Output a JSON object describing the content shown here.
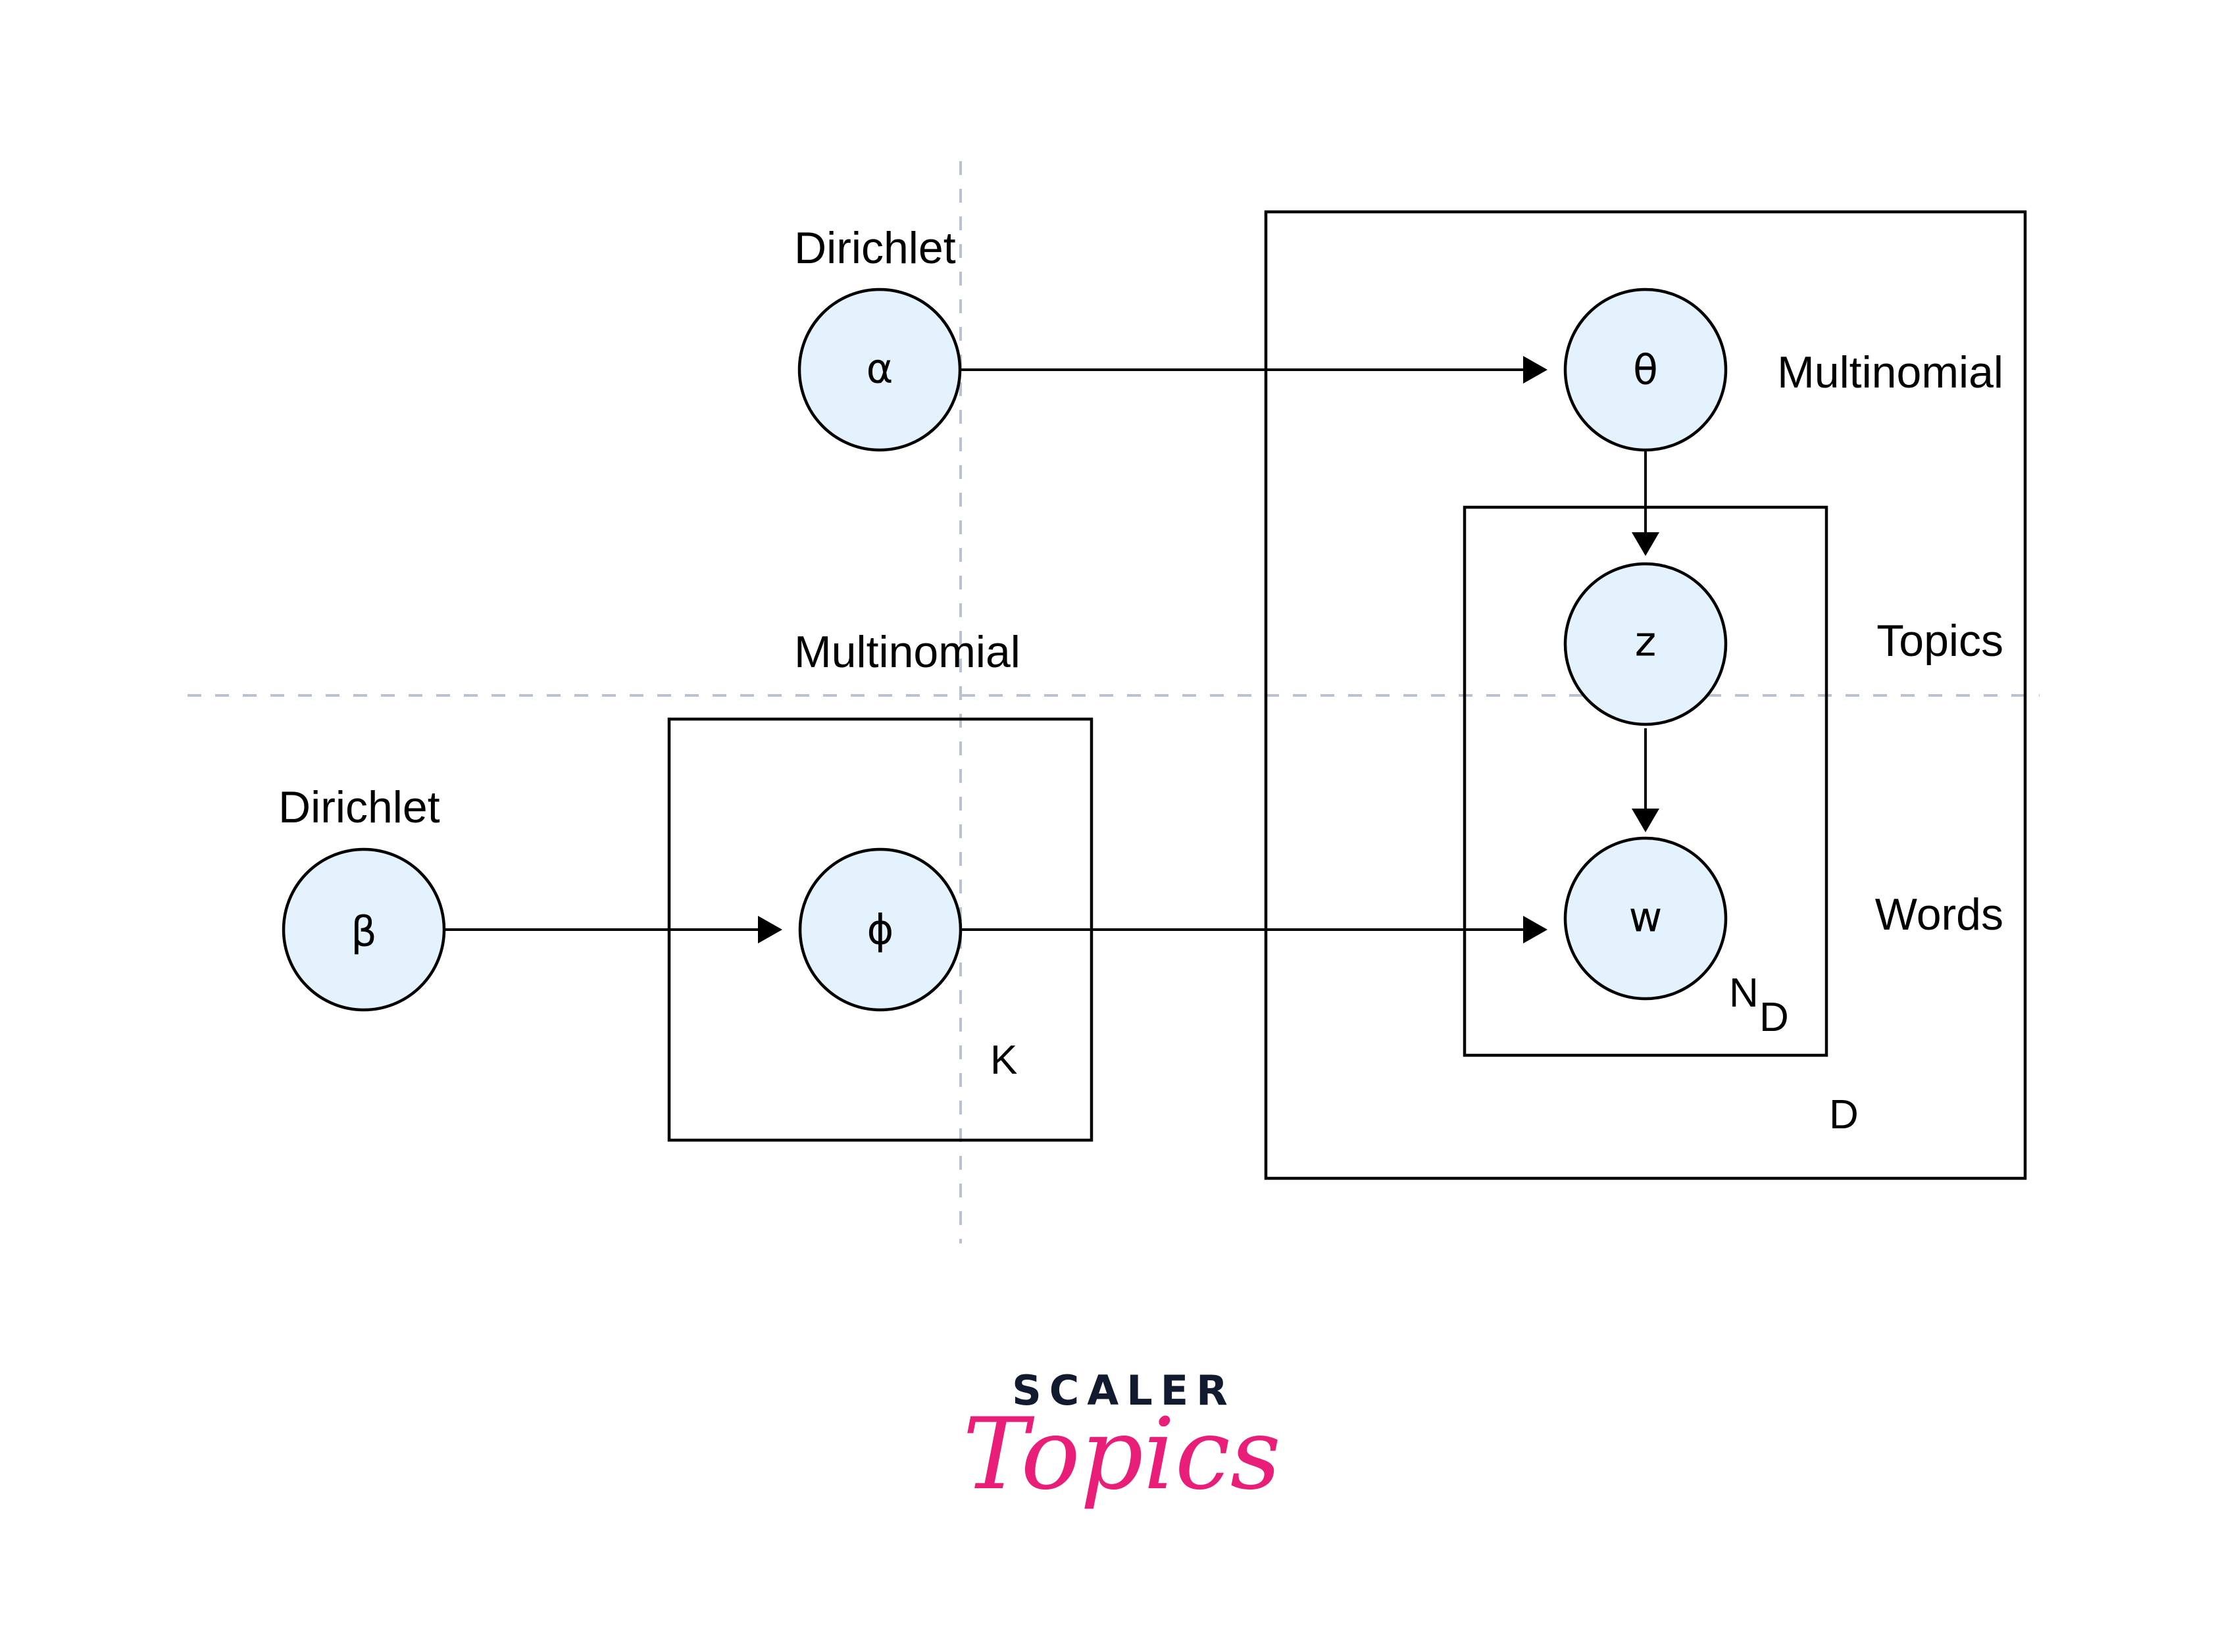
{
  "diagram": {
    "title": "LDA plate notation",
    "colors": {
      "node_fill": "#e4f2fd",
      "stroke": "#000000",
      "guide": "#b8c2d4",
      "logo_dark": "#111a2e",
      "logo_pink": "#e91e78"
    },
    "nodes": {
      "alpha": {
        "symbol": "α",
        "label": "Dirichlet"
      },
      "theta": {
        "symbol": "θ",
        "label": "Multinomial"
      },
      "z": {
        "symbol": "z",
        "label": "Topics"
      },
      "w": {
        "symbol": "w",
        "label": "Words"
      },
      "beta": {
        "symbol": "β",
        "label": "Dirichlet"
      },
      "phi": {
        "symbol": "ϕ",
        "label": "Multinomial"
      }
    },
    "plates": {
      "K": {
        "label": "K"
      },
      "D": {
        "label": "D"
      },
      "ND": {
        "label_main": "N",
        "label_sub": "D"
      }
    },
    "edges": [
      {
        "from": "alpha",
        "to": "theta"
      },
      {
        "from": "theta",
        "to": "z"
      },
      {
        "from": "z",
        "to": "w"
      },
      {
        "from": "beta",
        "to": "phi"
      },
      {
        "from": "phi",
        "to": "w"
      }
    ]
  },
  "logo": {
    "line1": "SCALER",
    "line2": "Topics"
  }
}
